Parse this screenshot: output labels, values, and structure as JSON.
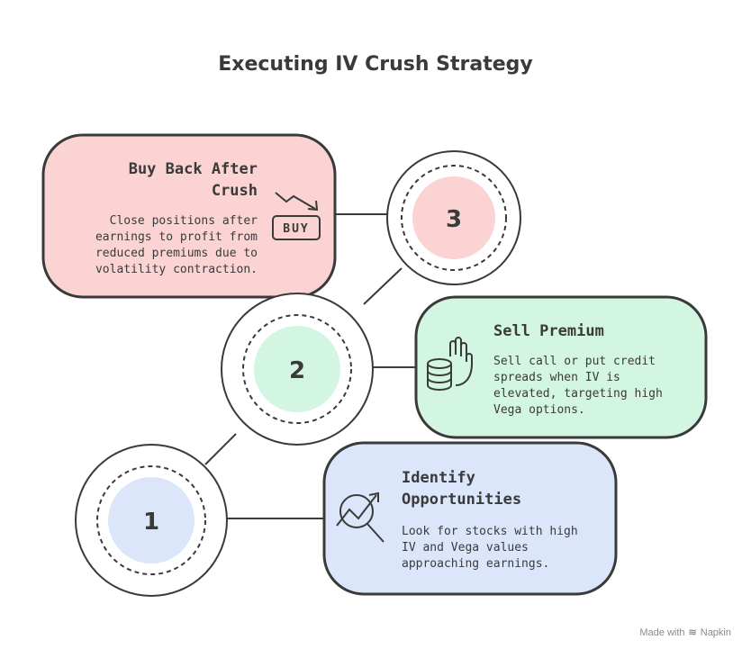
{
  "title": "Executing IV Crush Strategy",
  "steps": [
    {
      "number": "1",
      "title_lines": [
        "Identify",
        "Opportunities"
      ],
      "desc_lines": [
        "Look for stocks with high",
        "IV and Vega values",
        "approaching earnings."
      ],
      "icon": "magnifier-chart-icon",
      "color": "#dbe6fb"
    },
    {
      "number": "2",
      "title_lines": [
        "Sell Premium"
      ],
      "desc_lines": [
        "Sell call or put credit",
        "spreads when IV is",
        "elevated, targeting high",
        "Vega options."
      ],
      "icon": "coins-hand-icon",
      "color": "#d3f6e2"
    },
    {
      "number": "3",
      "title_lines": [
        "Buy Back After",
        "Crush"
      ],
      "desc_lines": [
        "Close positions after",
        "earnings to profit from",
        "reduced premiums due to",
        "volatility contraction."
      ],
      "icon": "buy-sign-icon",
      "icon_label": "BUY",
      "color": "#fbd3d3"
    }
  ],
  "watermark": {
    "prefix": "Made with",
    "brand": "Napkin"
  }
}
